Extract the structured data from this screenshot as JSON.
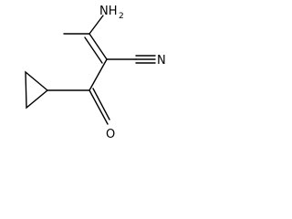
{
  "molecule": {
    "atoms": {
      "amine": {
        "symbol": "NH",
        "subscript": "2"
      },
      "nitrile_n": {
        "symbol": "N"
      },
      "carbonyl_o": {
        "symbol": "O"
      }
    }
  }
}
